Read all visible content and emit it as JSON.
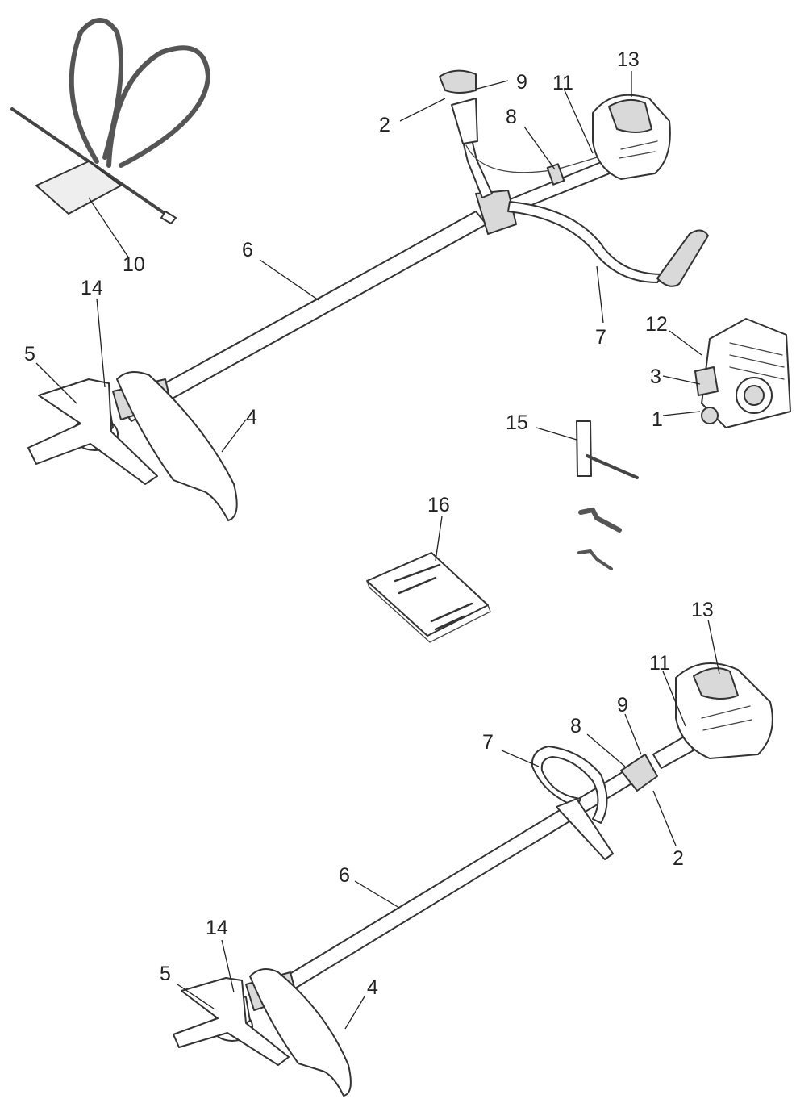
{
  "top_labels": [
    "1",
    "2",
    "3",
    "4",
    "5",
    "6",
    "7",
    "8",
    "9",
    "10",
    "11",
    "12",
    "13",
    "14"
  ],
  "middle_labels": [
    "15",
    "16"
  ],
  "bottom_labels": [
    "2",
    "4",
    "5",
    "6",
    "7",
    "8",
    "9",
    "11",
    "13",
    "14"
  ]
}
